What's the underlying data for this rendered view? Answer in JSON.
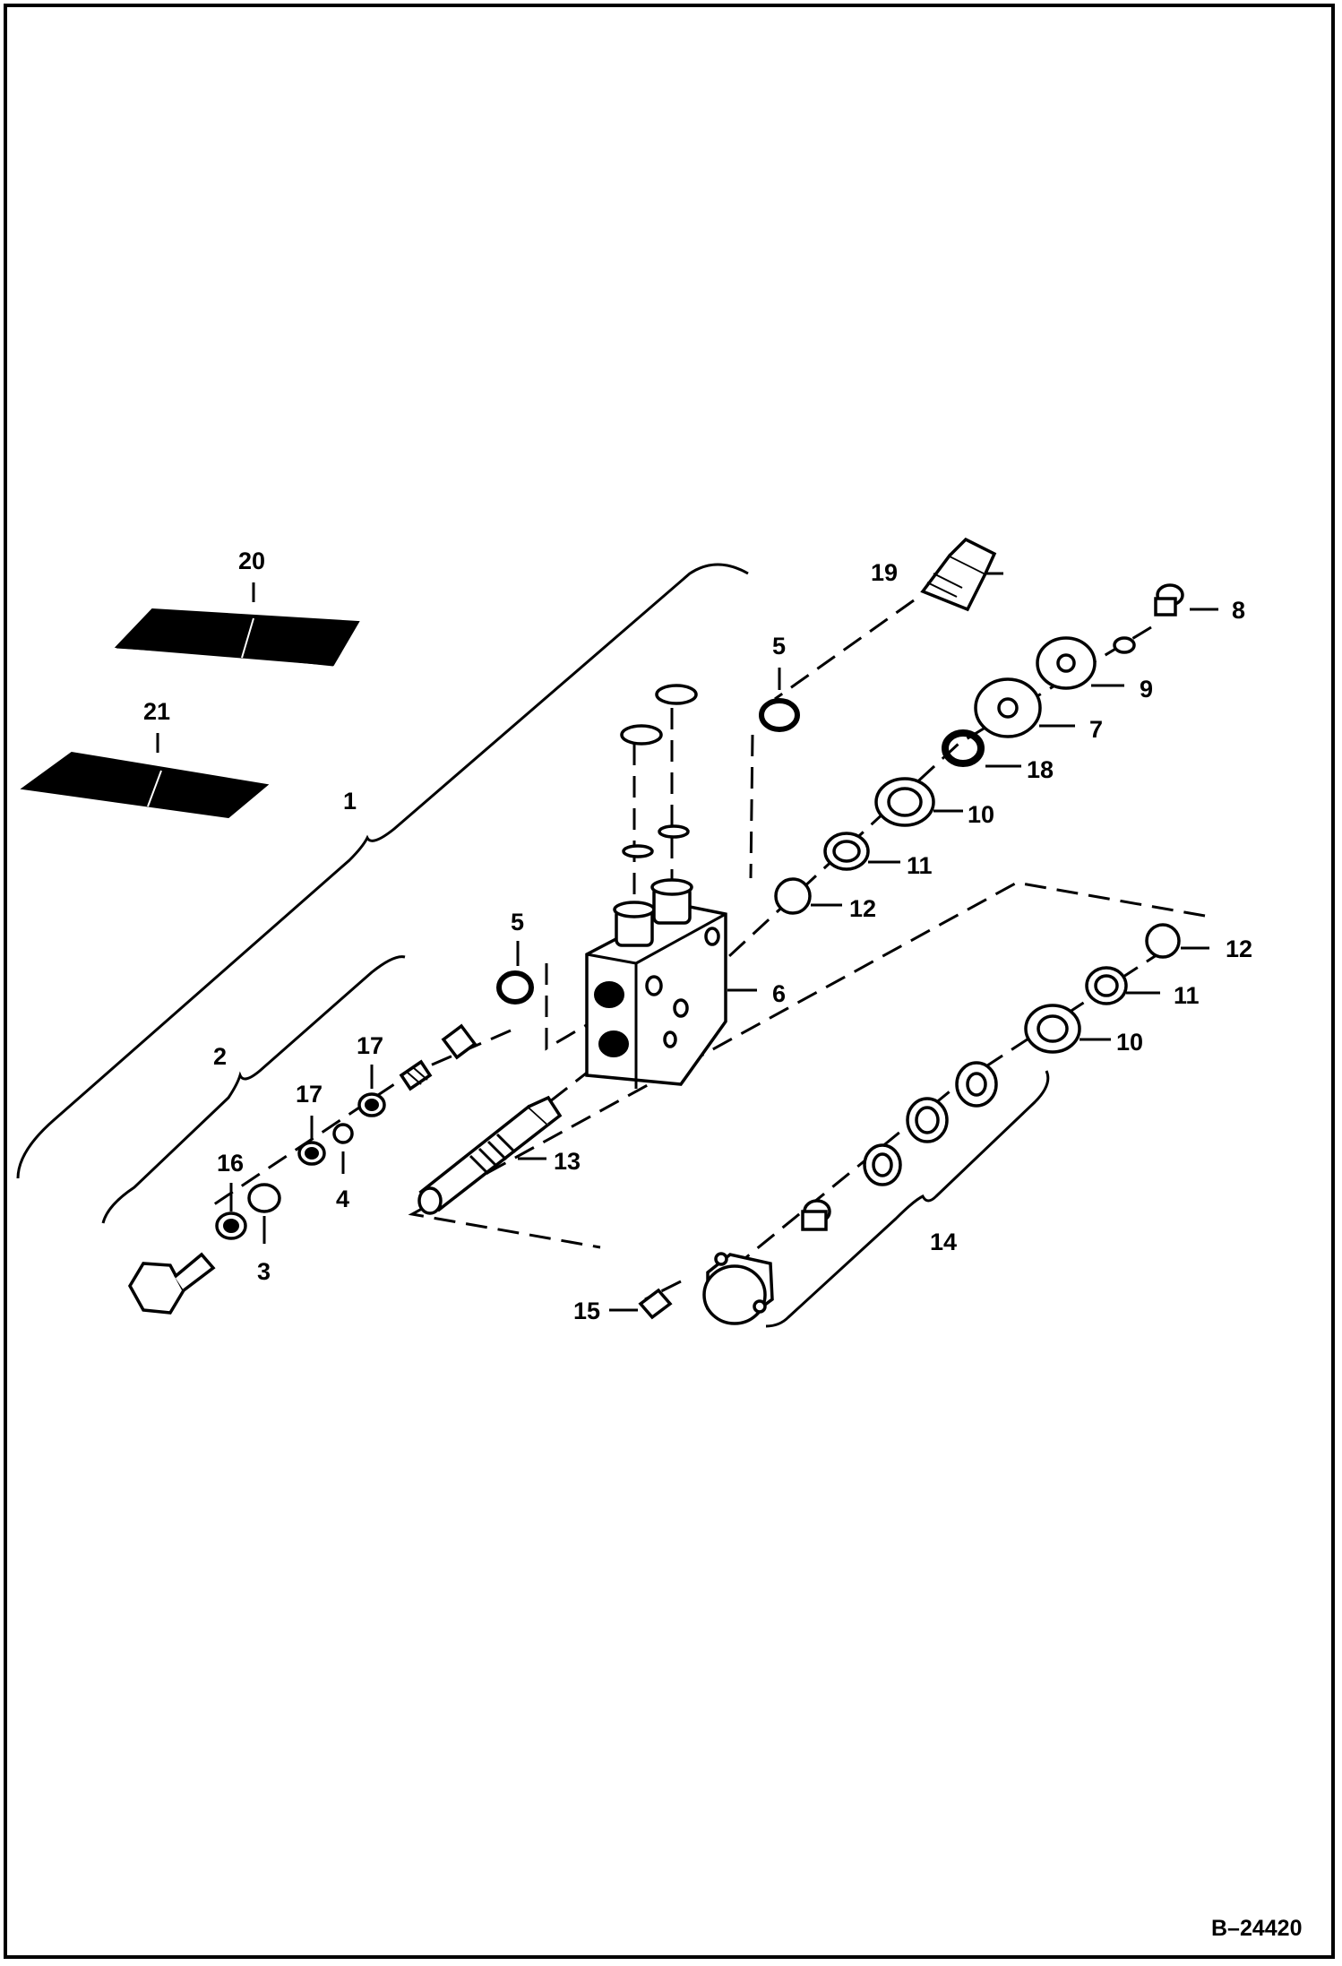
{
  "reference": "B–24420",
  "labels": {
    "l1": "1",
    "l2": "2",
    "l3": "3",
    "l4": "4",
    "l5a": "5",
    "l5b": "5",
    "l6": "6",
    "l7": "7",
    "l8": "8",
    "l9": "9",
    "l10a": "10",
    "l10b": "10",
    "l11a": "11",
    "l11b": "11",
    "l12a": "12",
    "l12b": "12",
    "l13": "13",
    "l14": "14",
    "l15": "15",
    "l16": "16",
    "l17a": "17",
    "l17b": "17",
    "l18": "18",
    "l19": "19",
    "l20": "20",
    "l21": "21"
  }
}
